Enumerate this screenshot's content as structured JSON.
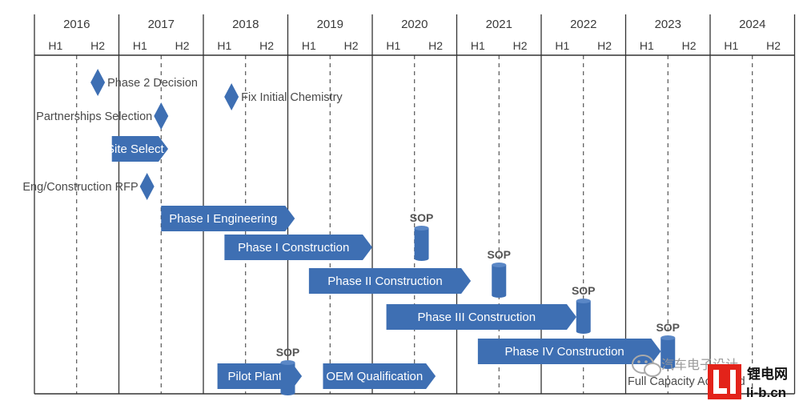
{
  "chart_data": {
    "type": "gantt",
    "years": [
      "2016",
      "2017",
      "2018",
      "2019",
      "2020",
      "2021",
      "2022",
      "2023",
      "2024"
    ],
    "halves": [
      "H1",
      "H2"
    ],
    "colors": {
      "bar": "#3e6fb3",
      "diamond": "#3e6fb3",
      "cylinder": "#3e6fb3",
      "grid": "#333333"
    },
    "milestones": [
      {
        "label": "Phase 2 Decision",
        "date": "2016-10",
        "label_side": "right"
      },
      {
        "label": "Fix Initial Chemistry",
        "date": "2018-05",
        "label_side": "right"
      },
      {
        "label": "Partnerships Selection",
        "date": "2017-07",
        "label_side": "left"
      },
      {
        "label": "Eng/Construction RFP",
        "date": "2017-05",
        "label_side": "left"
      }
    ],
    "tasks": [
      {
        "label": "Site Select",
        "start": "2016-12",
        "end": "2017-08"
      },
      {
        "label": "Phase I Engineering",
        "start": "2017-07",
        "end": "2019-02"
      },
      {
        "label": "Phase I Construction",
        "start": "2018-04",
        "end": "2020-01"
      },
      {
        "label": "Phase II Construction",
        "start": "2019-04",
        "end": "2021-03"
      },
      {
        "label": "Phase III Construction",
        "start": "2020-03",
        "end": "2022-06"
      },
      {
        "label": "Phase IV Construction",
        "start": "2021-04",
        "end": "2023-06"
      },
      {
        "label": "Pilot Plant",
        "start": "2018-03",
        "end": "2019-03"
      },
      {
        "label": "OEM Qualification",
        "start": "2019-06",
        "end": "2020-10"
      },
      {
        "label": "Full Capacity Achieved",
        "start": "",
        "end": ""
      }
    ],
    "sop_markers": [
      {
        "label": "SOP",
        "date": "2020-08"
      },
      {
        "label": "SOP",
        "date": "2021-07"
      },
      {
        "label": "SOP",
        "date": "2022-07"
      },
      {
        "label": "SOP",
        "date": "2023-07"
      },
      {
        "label": "SOP",
        "date": "2019-01"
      }
    ]
  },
  "watermark": {
    "wechat_text": "汽车电子设计",
    "brand_site": "li-b.cn",
    "brand_name": "锂电网"
  }
}
